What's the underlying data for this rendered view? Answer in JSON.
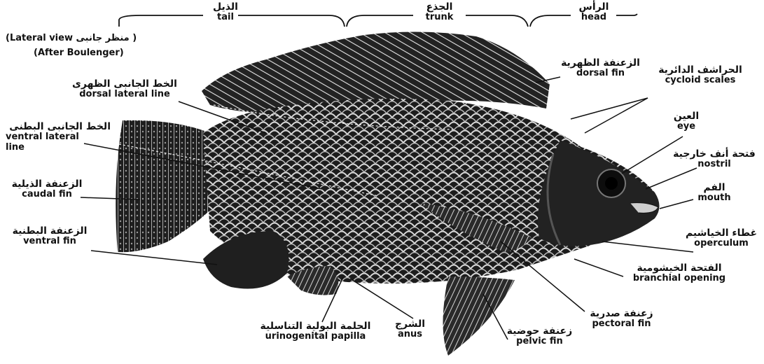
{
  "view_caption": {
    "arabic": "( منظر جانبى",
    "english": "(Lateral view",
    "source": "(After    Boulenger)"
  },
  "regions": [
    {
      "arabic": "الذيل",
      "english": "tail"
    },
    {
      "arabic": "الجذع",
      "english": "trunk"
    },
    {
      "arabic": "الرأس",
      "english": "head"
    }
  ],
  "labels": {
    "dorsal_lateral_line": {
      "arabic": "الخط الجانبى الظهرى",
      "english": "dorsal lateral line"
    },
    "ventral_lateral_line": {
      "arabic": "الخط الجانبى البطنى",
      "english1": "ventral lateral",
      "english2": "line"
    },
    "caudal_fin": {
      "arabic": "الزعنفة الذيلية",
      "english": "caudal fin"
    },
    "ventral_fin": {
      "arabic": "الزعنفة البطنية",
      "english": "ventral fin"
    },
    "dorsal_fin": {
      "arabic": "الزعنفة الظهرية",
      "english": "dorsal fin"
    },
    "cycloid_scales": {
      "arabic": "الحراشف الدائرية",
      "english": "cycloid scales"
    },
    "eye": {
      "arabic": "العين",
      "english": "eye"
    },
    "nostril": {
      "arabic": "فتحة أنف خارجية",
      "english": "nostril"
    },
    "mouth": {
      "arabic": "الفم",
      "english": "mouth"
    },
    "operculum": {
      "arabic": "غطاء الخياشيم",
      "english": "operculum"
    },
    "branchial_opening": {
      "arabic": "الفتحة الخيشومية",
      "english": "branchial opening"
    },
    "pectoral_fin": {
      "arabic": "زعنفة صدرية",
      "english": "pectoral fin"
    },
    "pelvic_fin": {
      "arabic": "زعنفة حوضية",
      "english": "pelvic fin"
    },
    "anus": {
      "arabic": "الشرج",
      "english": "anus"
    },
    "urinogenital_papilla": {
      "arabic": "الحلمة البولية التناسلية",
      "english": "urinogenital papilla"
    }
  },
  "colors": {
    "ink": "#111111",
    "fish_dark": "#1a1a1a",
    "fish_mid": "#3a3a3a",
    "scale": "#d8d8d8",
    "paper": "#ffffff"
  }
}
